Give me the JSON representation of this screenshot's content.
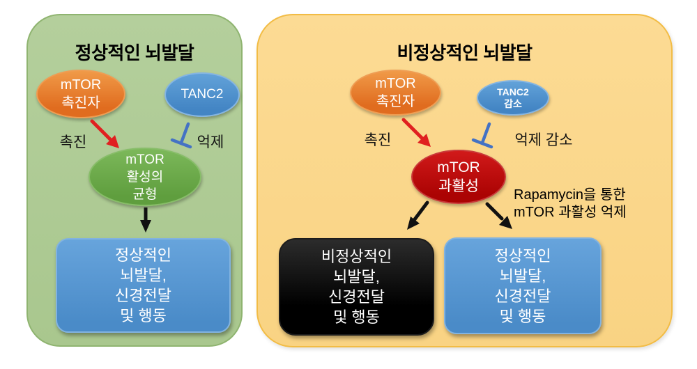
{
  "colors": {
    "left_panel_bg": "#adc995",
    "left_panel_border": "#8fb470",
    "right_panel_bg": "#fbd78b",
    "right_panel_border": "#f2bc45",
    "orange_shape": "#e8702a",
    "blue_shape": "#4f96d5",
    "green_shape": "#6aaa46",
    "red_shape": "#c00000",
    "black_shape": "#0a0a0a",
    "promote_arrow": "#e02020",
    "inhibit_symbol": "#4472c4",
    "flow_arrow": "#111111"
  },
  "left_panel": {
    "title": "정상적인 뇌발달",
    "mtor_promoter": "mTOR\n촉진자",
    "tanc2": "TANC2",
    "promote_label": "촉진",
    "inhibit_label": "억제",
    "balance_node": "mTOR\n활성의\n균형",
    "outcome_box": "정상적인\n뇌발달,\n신경전달\n및 행동"
  },
  "right_panel": {
    "title": "비정상적인 뇌발달",
    "mtor_promoter": "mTOR\n촉진자",
    "tanc2_reduced": "TANC2\n감소",
    "promote_label": "촉진",
    "inhibit_label": "억제 감소",
    "hyperactivity_node": "mTOR\n과활성",
    "rapamycin_note": "Rapamycin을 통한\nmTOR 과활성 억제",
    "abnormal_outcome_box": "비정상적인\n뇌발달,\n신경전달\n및 행동",
    "normal_outcome_box": "정상적인\n뇌발달,\n신경전달\n및 행동"
  }
}
